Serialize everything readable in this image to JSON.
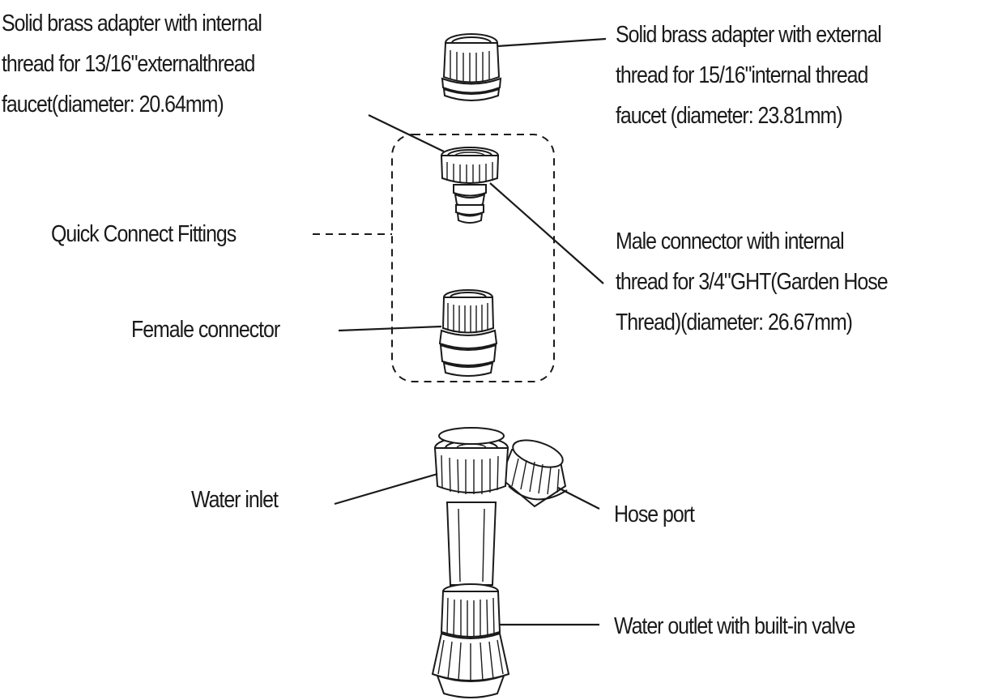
{
  "labels": {
    "internal_adapter": {
      "lines": [
        "Solid brass adapter with internal",
        "thread for 13/16\"externalthread",
        "faucet(diameter: 20.64mm)"
      ]
    },
    "external_adapter": {
      "lines": [
        "Solid brass adapter with external",
        "thread for 15/16\"internal thread",
        "faucet (diameter: 23.81mm)"
      ]
    },
    "quick_connect": "Quick Connect Fittings",
    "male_connector": {
      "lines": [
        "Male connector with internal",
        "thread for 3/4\"GHT(Garden Hose",
        "Thread)(diameter: 26.67mm)"
      ]
    },
    "female_connector": "Female connector",
    "water_inlet": "Water inlet",
    "hose_port": "Hose port",
    "water_outlet": "Water outlet with built-in valve"
  }
}
